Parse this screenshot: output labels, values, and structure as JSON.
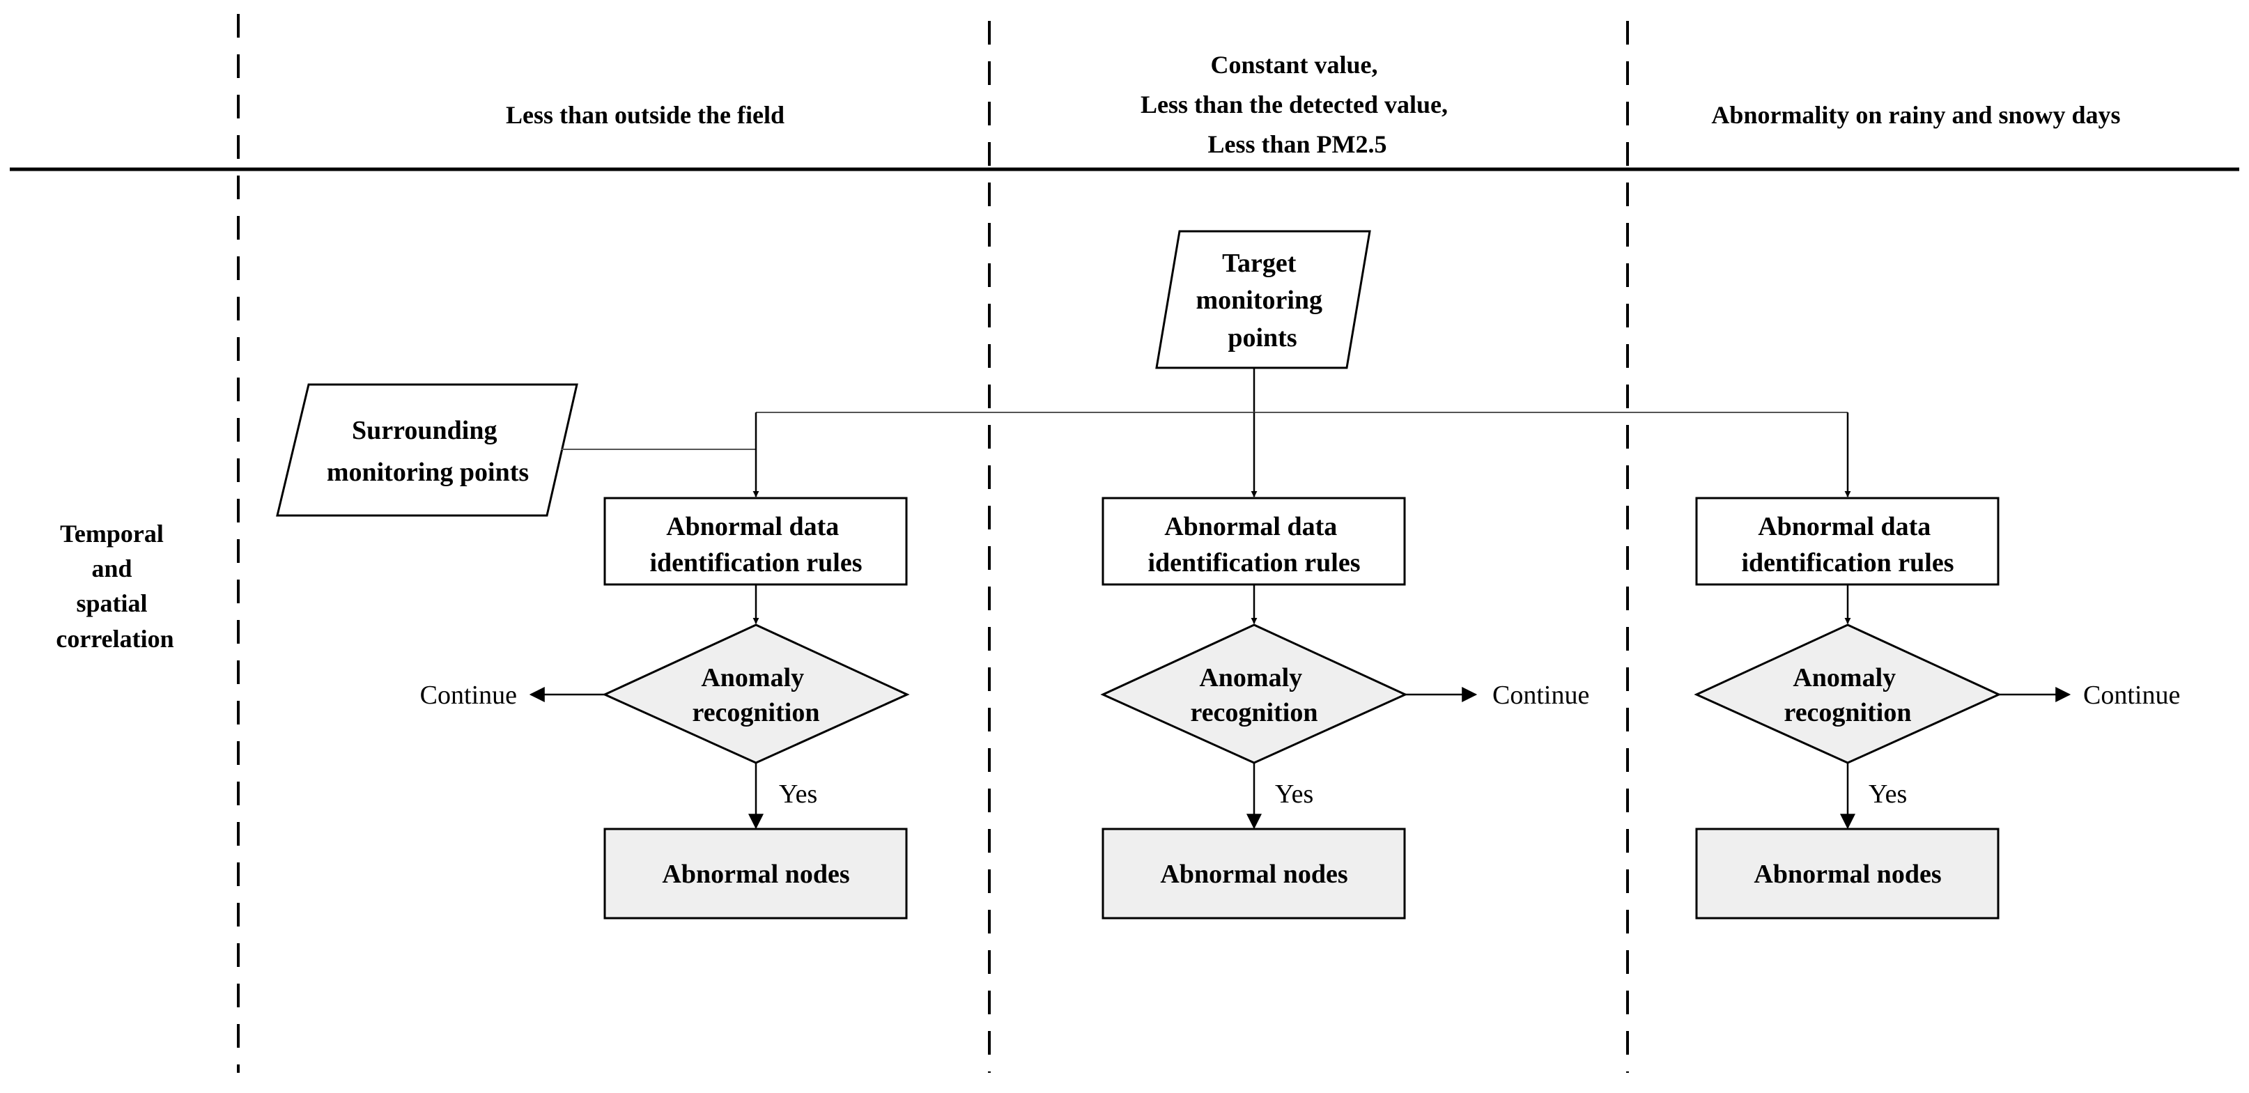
{
  "row_label": [
    "Temporal",
    "and",
    "spatial",
    "correlation"
  ],
  "columns": [
    {
      "header": [
        "Less than outside the field"
      ]
    },
    {
      "header": [
        "Constant value,",
        "Less than the detected value,",
        "Less than PM2.5"
      ]
    },
    {
      "header": [
        "Abnormality on rainy and snowy days"
      ]
    }
  ],
  "inputs": {
    "target": [
      "Target",
      "monitoring",
      "points"
    ],
    "surrounding": [
      "Surrounding",
      "monitoring points"
    ]
  },
  "rules_label": [
    "Abnormal data",
    "identification rules"
  ],
  "decision_label": [
    "Anomaly",
    "recognition"
  ],
  "result_label": "Abnormal nodes",
  "yes_label": "Yes",
  "continue_label": "Continue"
}
